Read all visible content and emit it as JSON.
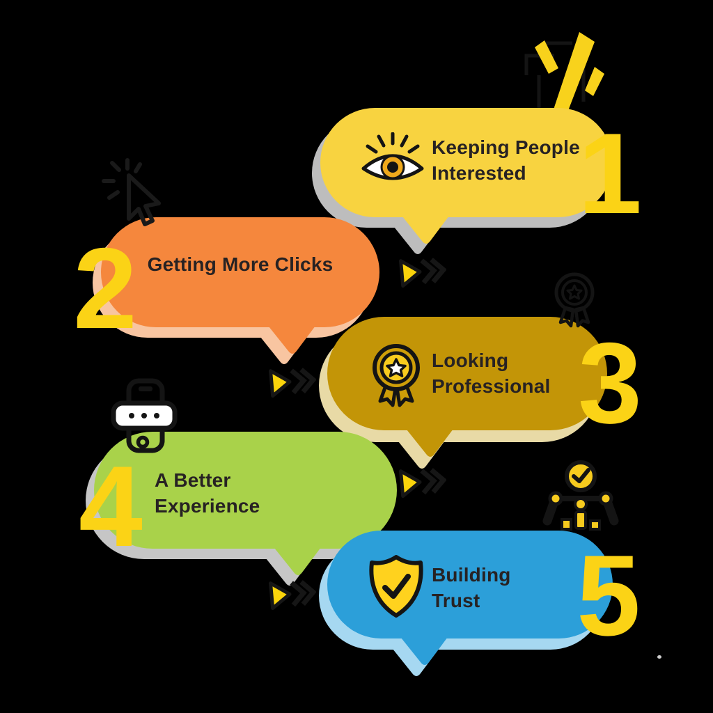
{
  "infographic": {
    "background_color": "#000000",
    "steps": [
      {
        "number": "1",
        "label": "Keeping People\nInterested",
        "bubble_color": "#F8D340",
        "shadow_color": "#BDBDBD",
        "inside_icon": "eye-icon",
        "outside_icon": "pencil-edit-icon"
      },
      {
        "number": "2",
        "label": "Getting More Clicks",
        "bubble_color": "#F5873D",
        "shadow_color": "#F8C5A1",
        "outside_icon": "cursor-click-icon"
      },
      {
        "number": "3",
        "label": "Looking\nProfessional",
        "bubble_color": "#C39507",
        "shadow_color": "#E8DAA6",
        "inside_icon": "medal-star-icon",
        "outside_icon": "award-rosette-outline-icon"
      },
      {
        "number": "4",
        "label": "A Better\nExperience",
        "bubble_color": "#A9D24A",
        "shadow_color": "#C6C6C6",
        "outside_icon": "smartphone-icon"
      },
      {
        "number": "5",
        "label": "Building\nTrust",
        "bubble_color": "#2C9FD9",
        "shadow_color": "#A6D8F1",
        "inside_icon": "shield-check-icon",
        "outside_icon": "person-check-chart-icon"
      }
    ],
    "connectors": {
      "type": "triangle-double-chevron",
      "count": 4,
      "triangle_color": "#FBD40B",
      "chevron_color": "#161616"
    },
    "accents": {
      "number_color": "#FBD316",
      "text_color": "#272223",
      "outline_color": "#141414",
      "icon_yellow": "#F7CB1E"
    }
  }
}
